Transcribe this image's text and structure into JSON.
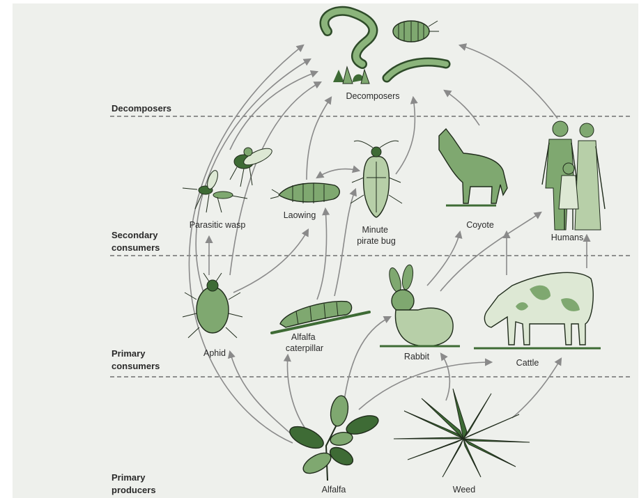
{
  "zones": [
    {
      "id": "decomposers",
      "label_lines": [
        "Decomposers"
      ]
    },
    {
      "id": "secondary",
      "label_lines": [
        "Secondary",
        "consumers"
      ]
    },
    {
      "id": "primary-consumers",
      "label_lines": [
        "Primary",
        "consumers"
      ]
    },
    {
      "id": "primary-producers",
      "label_lines": [
        "Primary",
        "producers"
      ]
    }
  ],
  "organisms": {
    "decomposers": {
      "label_lines": [
        "Decomposers"
      ]
    },
    "parasitic_wasp": {
      "label_lines": [
        "Parasitic wasp"
      ]
    },
    "laowing": {
      "label_lines": [
        "Laowing"
      ]
    },
    "minute_pirate_bug": {
      "label_lines": [
        "Minute",
        "pirate bug"
      ]
    },
    "coyote": {
      "label_lines": [
        "Coyote"
      ]
    },
    "humans": {
      "label_lines": [
        "Humans"
      ]
    },
    "aphid": {
      "label_lines": [
        "Aphid"
      ]
    },
    "alfalfa_caterpillar": {
      "label_lines": [
        "Alfalfa",
        "caterpillar"
      ]
    },
    "rabbit": {
      "label_lines": [
        "Rabbit"
      ]
    },
    "cattle": {
      "label_lines": [
        "Cattle"
      ]
    },
    "alfalfa": {
      "label_lines": [
        "Alfalfa"
      ]
    },
    "weed": {
      "label_lines": [
        "Weed"
      ]
    }
  },
  "colors": {
    "panel_background": "#eef0ec",
    "organism_green": "#7fa870",
    "organism_dark_green": "#3e6b35",
    "arrow_gray": "#8a8a8a",
    "divider": "#555555"
  }
}
